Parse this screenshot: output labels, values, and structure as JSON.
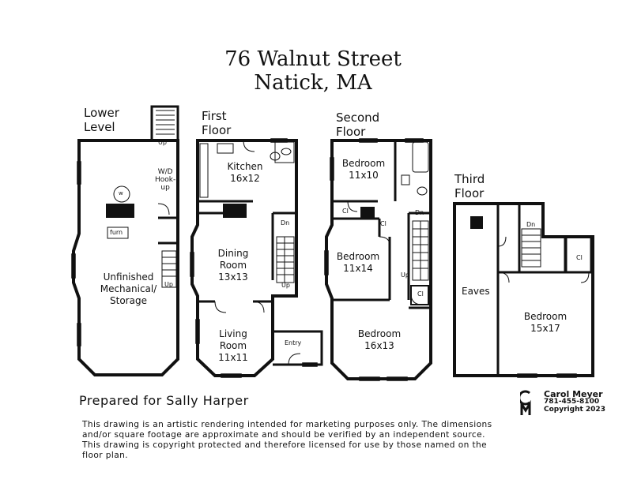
{
  "header": {
    "address_line1": "76 Walnut Street",
    "address_line2": "Natick, MA"
  },
  "floors": {
    "lower": {
      "label": "Lower\nLevel",
      "rooms": [
        "Unfinished",
        "Mechanical/",
        "Storage"
      ],
      "notes": {
        "wd": "W/D",
        "hookup": "Hook-\nup",
        "water_heater": "w",
        "furnace": "furn",
        "up": "Up"
      }
    },
    "first": {
      "label": "First\nFloor",
      "kitchen": [
        "Kitchen",
        "16x12"
      ],
      "dining": [
        "Dining",
        "Room",
        "13x13"
      ],
      "living": [
        "Living",
        "Room",
        "11x11"
      ],
      "entry": "Entry",
      "up": "Up",
      "dn": "Dn"
    },
    "second": {
      "label": "Second\nFloor",
      "bed1": [
        "Bedroom",
        "11x10"
      ],
      "bed2": [
        "Bedroom",
        "11x14"
      ],
      "bed3": [
        "Bedroom",
        "16x13"
      ],
      "closet": "Cl",
      "up": "Up",
      "dn": "Dn"
    },
    "third": {
      "label": "Third\nFloor",
      "eaves": "Eaves",
      "bed": [
        "Bedroom",
        "15x17"
      ],
      "closet": "Cl",
      "dn": "Dn"
    }
  },
  "footer": {
    "prepared_for": "Prepared for Sally Harper",
    "disclaimer": [
      "This drawing is an artistic rendering intended for marketing purposes only.  The dimensions",
      "and/or square footage are approximate and should be verified by an independent source.",
      "This drawing is copyright protected and therefore licensed for use by those named on the",
      "floor plan."
    ],
    "credit": {
      "name": "Carol Meyer",
      "phone": "781-455-8100",
      "copyright": "Copyright 2023",
      "logo_letters": "CM"
    }
  }
}
